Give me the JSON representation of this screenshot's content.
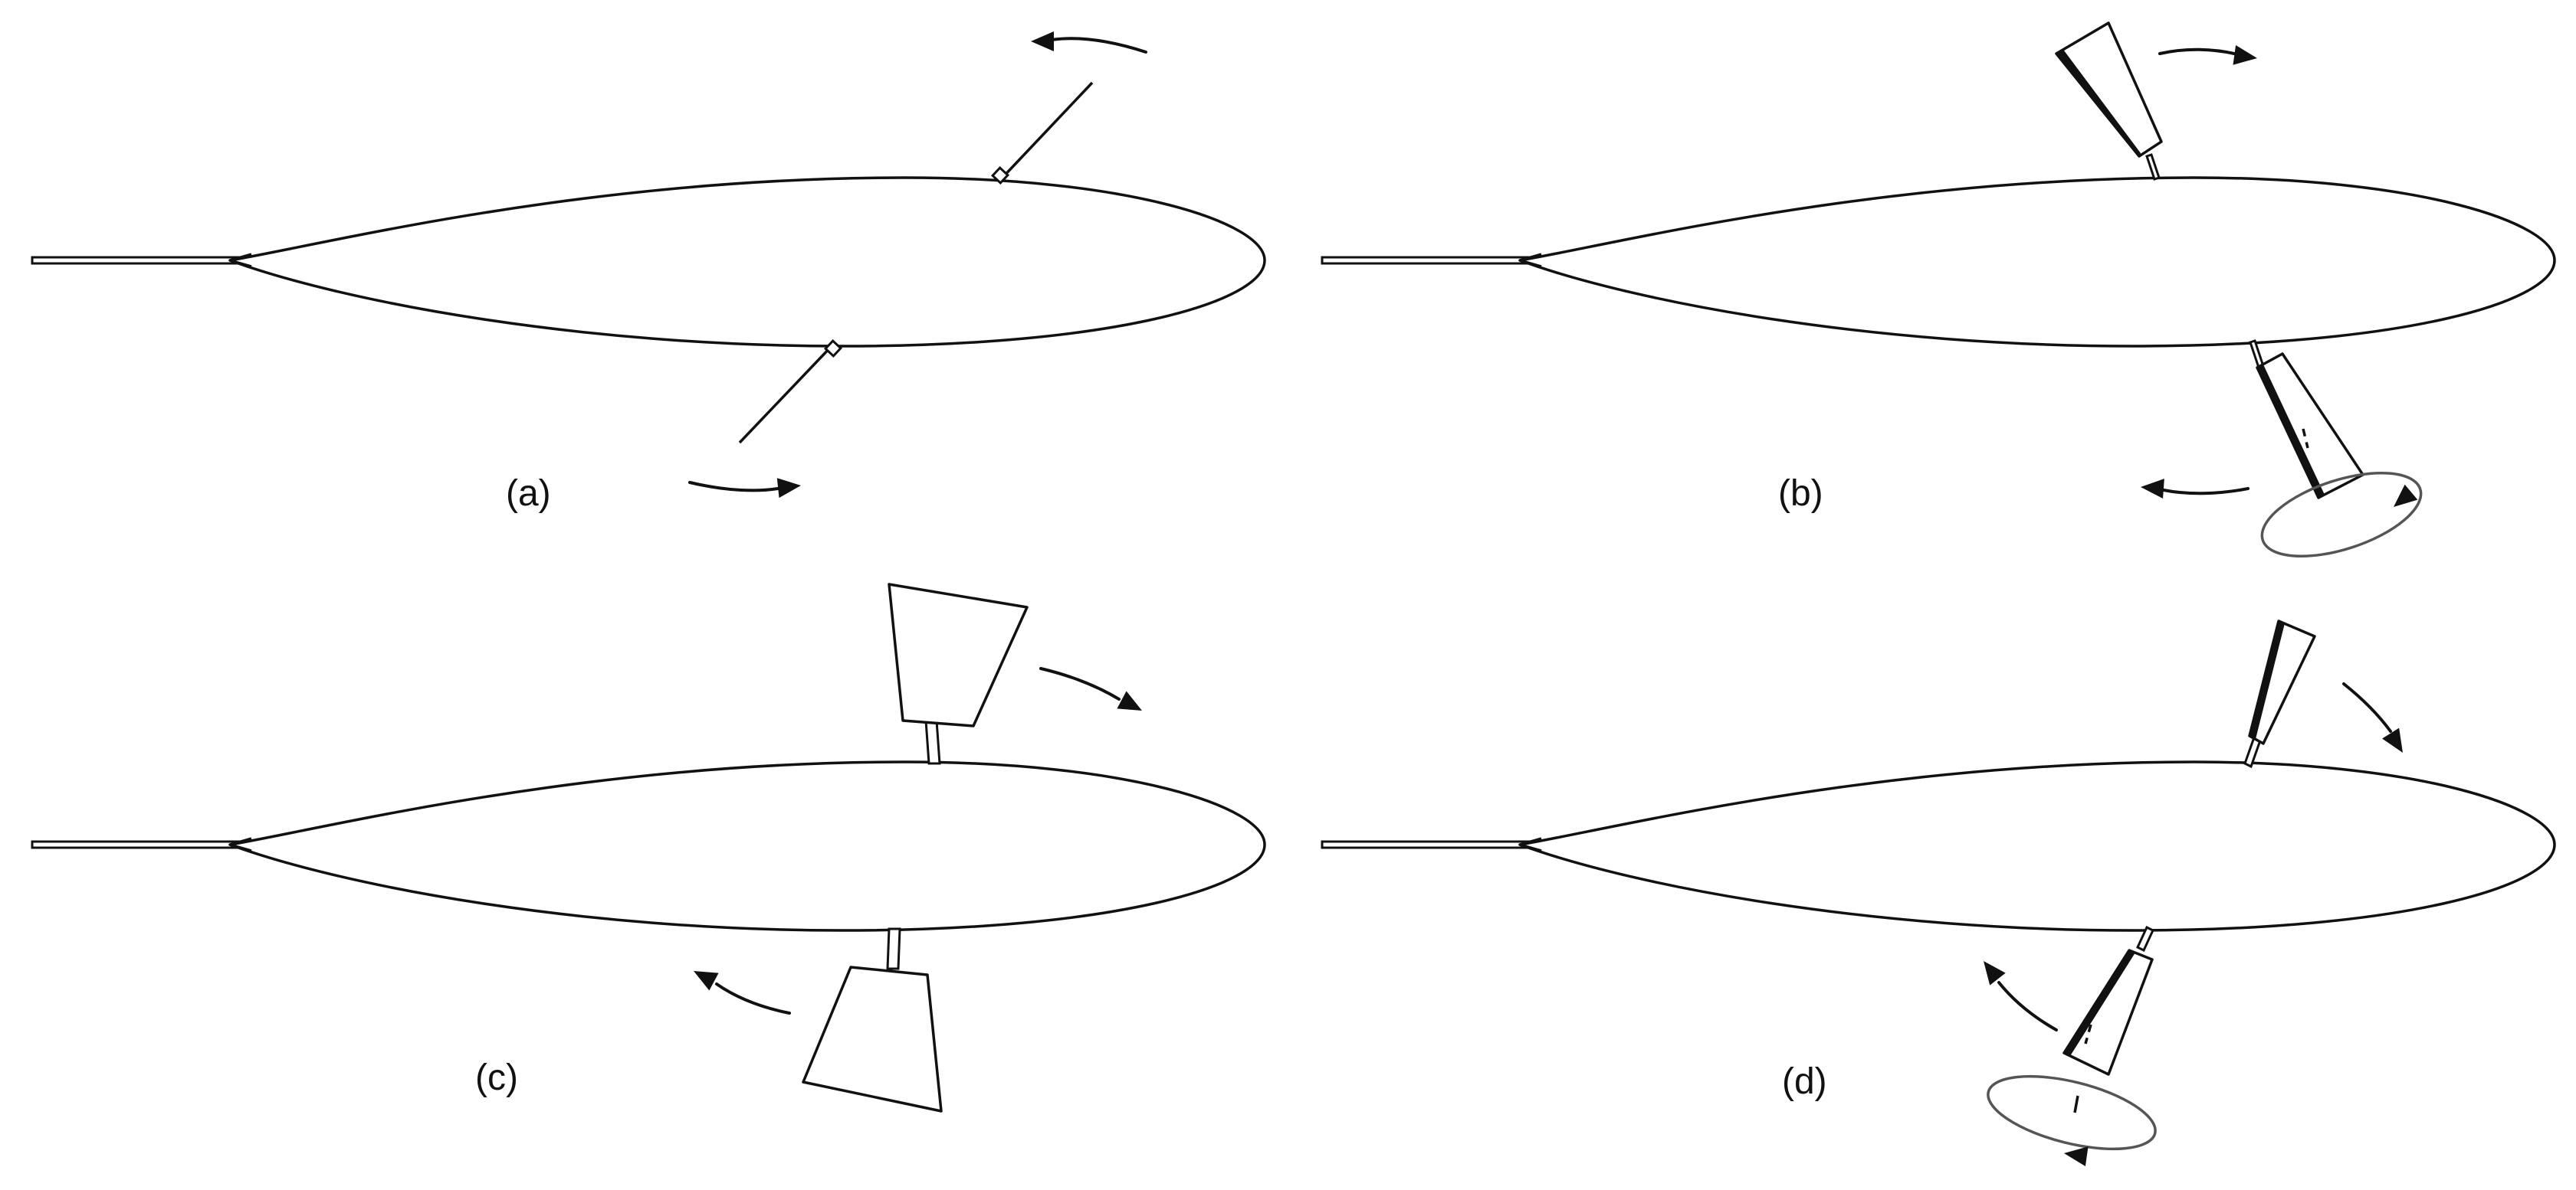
{
  "panels": [
    {
      "id": "a",
      "label": "(a)"
    },
    {
      "id": "b",
      "label": "(b)"
    },
    {
      "id": "c",
      "label": "(c)"
    },
    {
      "id": "d",
      "label": "(d)"
    }
  ],
  "colors": {
    "ink": "#111111",
    "background": "#ffffff",
    "swirl": "#555555"
  }
}
